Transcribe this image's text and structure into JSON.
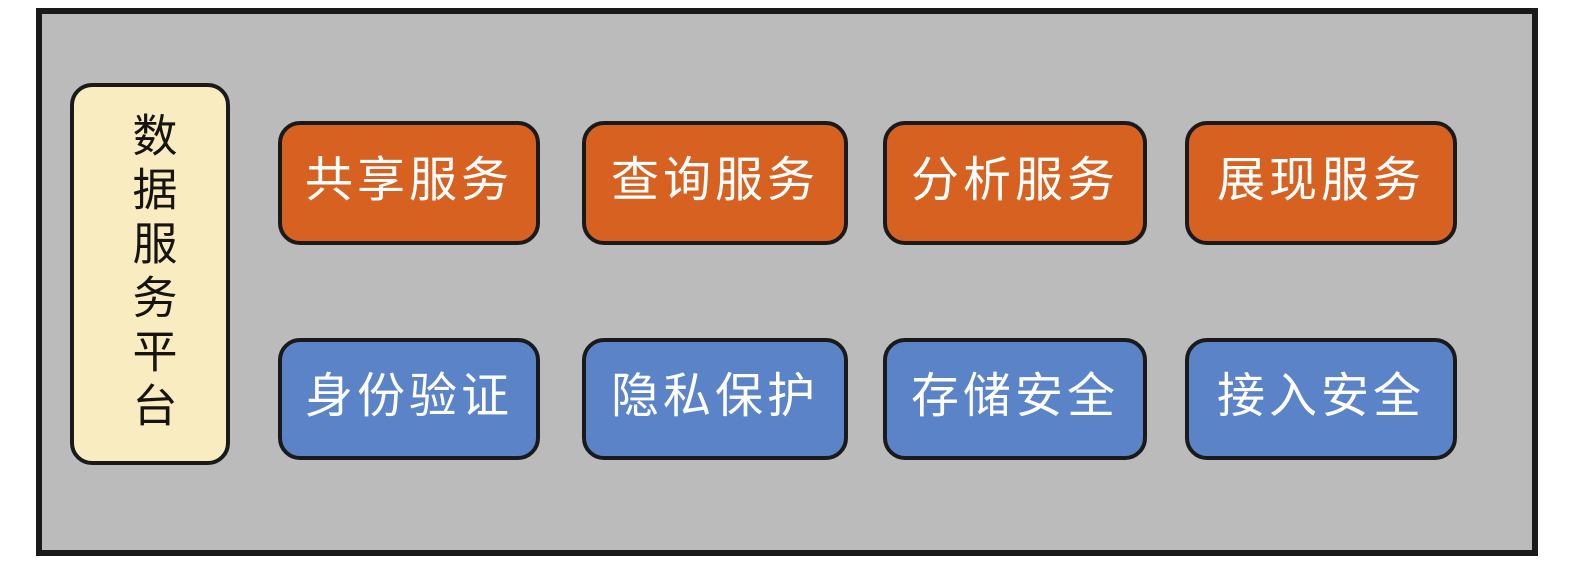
{
  "diagram": {
    "platform": {
      "label": "数据服务平台"
    },
    "services": [
      {
        "label": "共享服务"
      },
      {
        "label": "查询服务"
      },
      {
        "label": "分析服务"
      },
      {
        "label": "展现服务"
      }
    ],
    "security": [
      {
        "label": "身份验证"
      },
      {
        "label": "隐私保护"
      },
      {
        "label": "存储安全"
      },
      {
        "label": "接入安全"
      }
    ],
    "colors": {
      "panel_fill": "#bbbbbb",
      "line": "#1a1a1a",
      "platform_fill": "#f8ecc0",
      "platform_text": "#171310",
      "service_fill": "#d66120",
      "security_fill": "#5b84c8",
      "box_text": "#ffffff"
    }
  }
}
